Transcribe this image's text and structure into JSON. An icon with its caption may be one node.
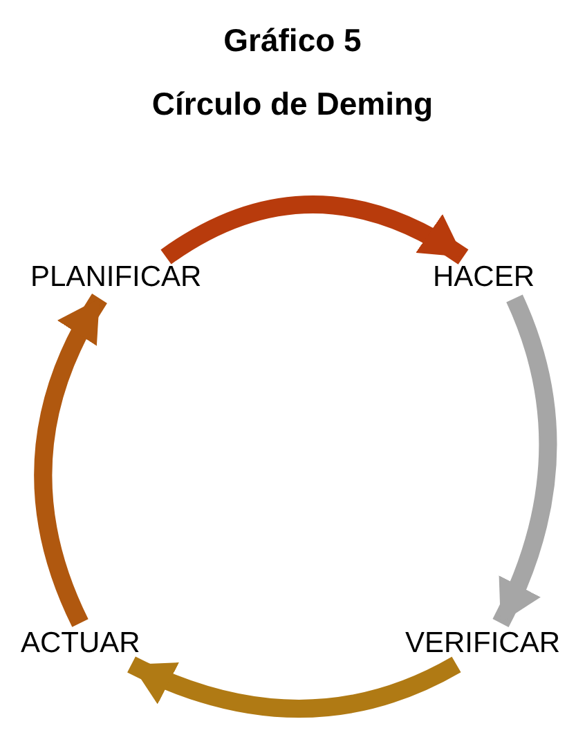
{
  "diagram": {
    "title": "Gráfico 5",
    "nodes": [
      {
        "text": [
          "PLANIFICAR"
        ]
      },
      {
        "text": [
          "HACER"
        ]
      },
      {
        "text": [
          "VERIFICAR"
        ]
      },
      {
        "text": [
          "ACTUAR"
        ]
      }
    ],
    "edges": [
      {
        "from": 0,
        "to": 1,
        "arrow": "to",
        "color": "#b83b0c"
      },
      {
        "from": 1,
        "to": 2,
        "arrow": "to",
        "color": "#a6a6a6"
      },
      {
        "from": 2,
        "to": 3,
        "arrow": "to",
        "color": "#b07a14"
      },
      {
        "from": 3,
        "to": 0,
        "arrow": "to",
        "color": "#b0580f"
      }
    ],
    "labels": [
      "Círculo de Deming"
    ]
  }
}
